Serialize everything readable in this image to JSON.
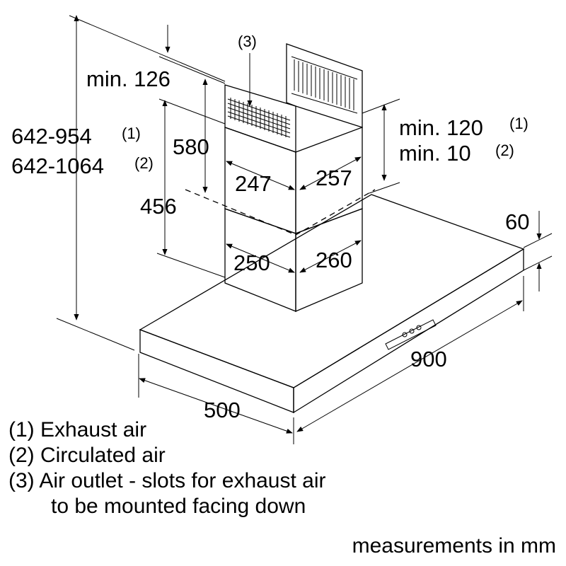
{
  "dimensions": {
    "min_top": "min. 126",
    "height_ranges": {
      "range1": "642-954",
      "range1_ref": "(1)",
      "range2": "642-1064",
      "range2_ref": "(2)"
    },
    "chimney_upper_height": "580",
    "chimney_lower_height": "456",
    "outlet_ref": "(3)",
    "upper_width": "247",
    "upper_depth": "257",
    "lower_width": "250",
    "lower_depth": "260",
    "gap_exhaust": "min. 120",
    "gap_exhaust_ref": "(1)",
    "gap_circulated": "min. 10",
    "gap_circulated_ref": "(2)",
    "canopy_thickness": "60",
    "canopy_width": "900",
    "canopy_depth": "500"
  },
  "legend": [
    "(1) Exhaust air",
    "(2) Circulated air",
    "(3) Air outlet - slots for exhaust air",
    "to be mounted facing down"
  ],
  "footer": "measurements in mm"
}
